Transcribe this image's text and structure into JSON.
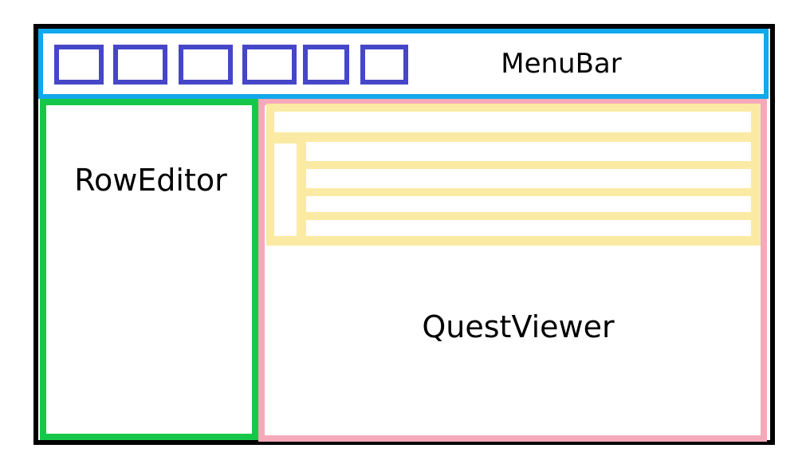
{
  "labels": {
    "menubar": "MenuBar",
    "roweditor": "RowEditor",
    "questviewer": "QuestViewer"
  },
  "colors": {
    "frame": "#000000",
    "menubar": "#11a8ec",
    "menu_buttons": "#4646c8",
    "roweditor": "#16c84a",
    "questviewer": "#f6a9b9",
    "table": "#fbeaa4"
  },
  "menubar": {
    "button_count": 6
  },
  "table": {
    "rows": 4
  }
}
